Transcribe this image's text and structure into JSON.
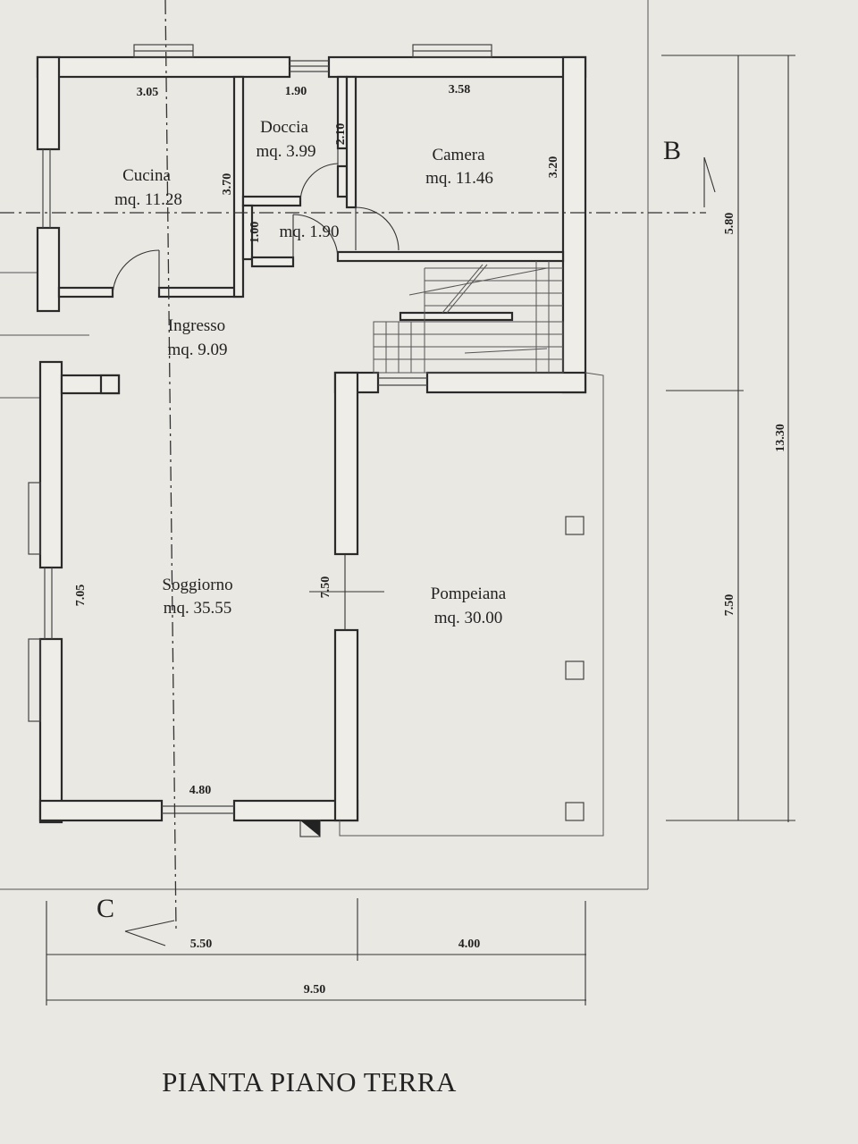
{
  "rooms": [
    {
      "name": "Cucina",
      "area": "mq. 11.28"
    },
    {
      "name": "Doccia",
      "area": "mq. 3.99"
    },
    {
      "name": "Camera",
      "area": "mq. 11.46"
    },
    {
      "name": "",
      "area": "mq. 1.90"
    },
    {
      "name": "Ingresso",
      "area": "mq. 9.09"
    },
    {
      "name": "Soggiorno",
      "area": "mq. 35.55"
    },
    {
      "name": "Pompeiana",
      "area": "mq. 30.00"
    }
  ],
  "dimensions": {
    "cucina_width": "3.05",
    "doccia_width": "1.90",
    "camera_width": "3.58",
    "doccia_depth": "2.10",
    "cucina_depth": "3.70",
    "camera_depth": "3.20",
    "small_room_depth": "1.00",
    "soggiorno_depth": "7.05",
    "pompeiana_depth": "7.50",
    "soggiorno_width": "4.80",
    "right_top": "5.80",
    "right_bottom": "7.50",
    "right_total": "13.30",
    "bottom_left": "5.50",
    "bottom_right": "4.00",
    "bottom_total": "9.50"
  },
  "section_marks": {
    "b": "B",
    "c": "C"
  },
  "title": "PIANTA PIANO TERRA"
}
